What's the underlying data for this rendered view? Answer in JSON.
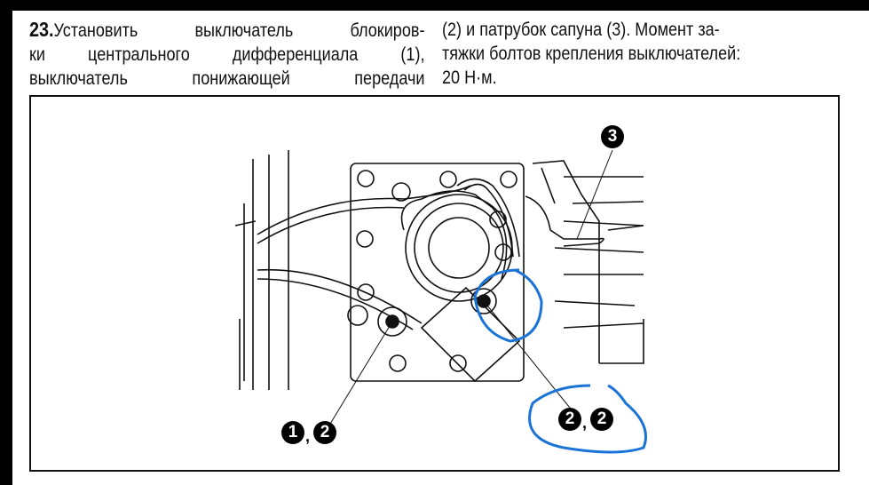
{
  "step": {
    "number": "23.",
    "left_lines": [
      "Установить выключатель блокиров-",
      "ки центрального дифференциала (1),",
      "выключатель понижающей передачи"
    ],
    "right_lines": [
      "(2) и патрубок сапуна (3). Момент за-",
      "тяжки болтов крепления выключателей:",
      "20 Н·м."
    ]
  },
  "figure": {
    "callouts": {
      "c1": "1",
      "c2a": "2",
      "c2b": "2",
      "c2c": "2",
      "c3": "3",
      "separator": ","
    },
    "annotation_color": "#1a73d6"
  }
}
